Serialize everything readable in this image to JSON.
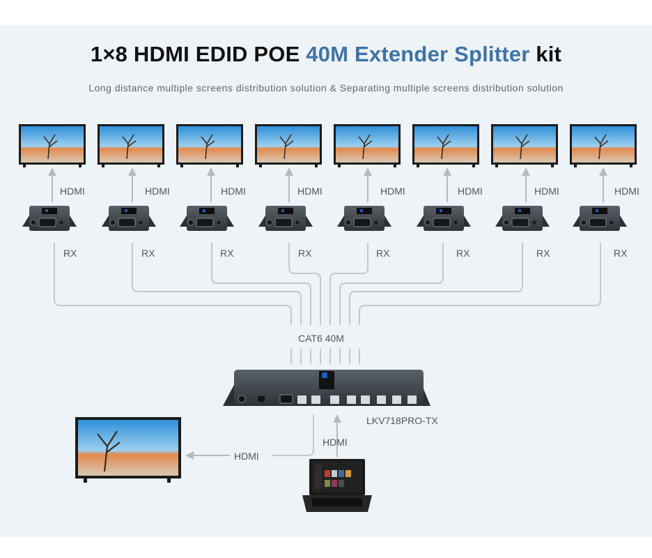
{
  "title": {
    "part1": "1×8 HDMI EDID POE ",
    "part2": "40M Extender Splitter",
    "part3": " kit",
    "accent_color": "#3f73a5"
  },
  "subtitle": "Long distance multiple screens distribution solution & Separating multiple screens distribution solution",
  "receivers": {
    "count": 8,
    "hdmi_label": "HDMI",
    "rx_label": "RX"
  },
  "cable_label": "CAT6 40M",
  "transmitter": {
    "model": "LKV718PRO-TX",
    "input_label": "HDMI",
    "output_label": "HDMI"
  },
  "colors": {
    "background": "#eef3f8",
    "line": "#c4c8cc",
    "arrow": "#b5babf",
    "device": "#3a3f45"
  }
}
